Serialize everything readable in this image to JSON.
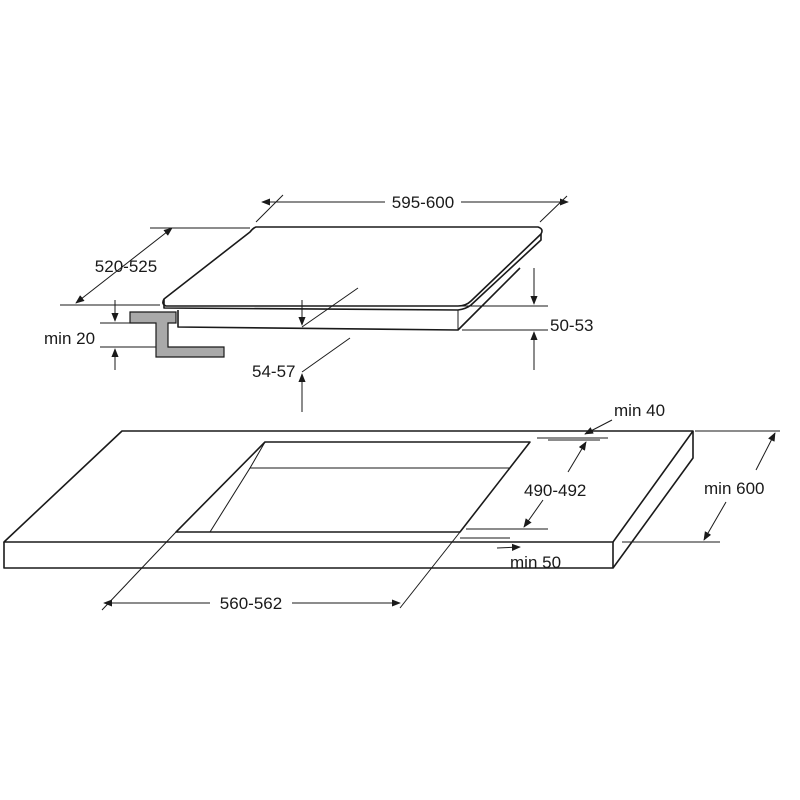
{
  "labels": {
    "hob_width": "595-600",
    "hob_depth": "520-525",
    "min_clearance_side": "min 20",
    "total_height": "50-53",
    "built_in_depth": "54-57",
    "min_front_edge": "min 40",
    "cutout_depth": "490-492",
    "worktop_depth": "min 600",
    "min_back_edge": "min 50",
    "cutout_width": "560-562"
  },
  "colors": {
    "line": "#1a1a1a",
    "bracket_fill": "#a9a9a9",
    "background": "#ffffff"
  }
}
